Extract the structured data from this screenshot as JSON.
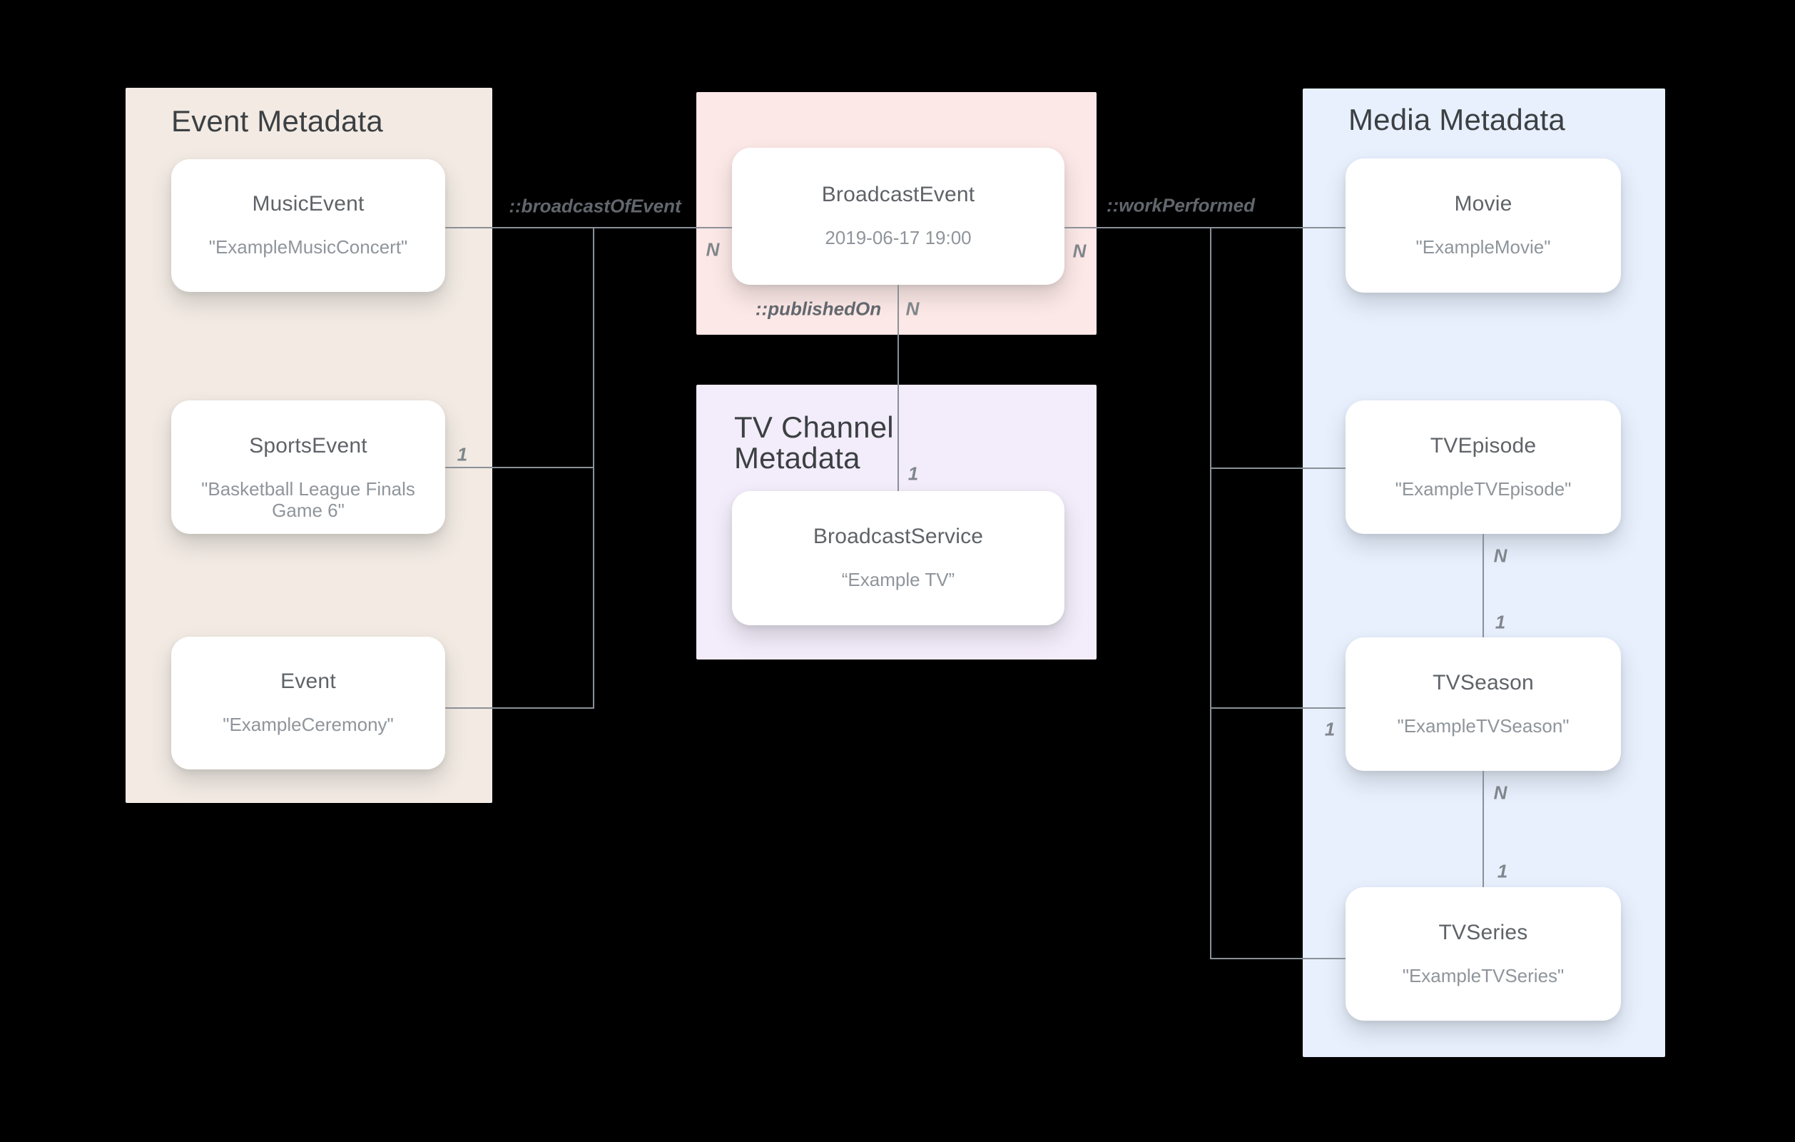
{
  "palette": {
    "background": "#000000",
    "event_section_bg": "#F2EAE3",
    "broadcast_section_bg": "#FCE8E6",
    "tv_channel_section_bg": "#F3ECFA",
    "media_section_bg": "#E8F0FE",
    "card_bg": "#FFFFFF",
    "connector_line": "#8A9097",
    "section_title_text": "#3C4043",
    "card_title_text": "#5F6368",
    "card_value_text": "#8F959B",
    "relation_label_text": "#62676E",
    "cardinality_text": "#80868B"
  },
  "sections": {
    "event": {
      "title": "Event Metadata"
    },
    "tv_channel": {
      "title": "TV Channel Metadata",
      "title_lines": [
        "TV Channel",
        "Metadata"
      ]
    },
    "media": {
      "title": "Media Metadata"
    }
  },
  "cards": {
    "music_event": {
      "title": "MusicEvent",
      "value": "\"ExampleMusicConcert\""
    },
    "sports_event": {
      "title": "SportsEvent",
      "value": "\"Basketball League Finals Game 6\""
    },
    "event": {
      "title": "Event",
      "value": "\"ExampleCeremony\""
    },
    "broadcast_event": {
      "title": "BroadcastEvent",
      "value": "2019-06-17 19:00"
    },
    "broadcast_service": {
      "title": "BroadcastService",
      "value": "“Example TV”"
    },
    "movie": {
      "title": "Movie",
      "value": "\"ExampleMovie\""
    },
    "tv_episode": {
      "title": "TVEpisode",
      "value": "\"ExampleTVEpisode\""
    },
    "tv_season": {
      "title": "TVSeason",
      "value": "\"ExampleTVSeason\""
    },
    "tv_series": {
      "title": "TVSeries",
      "value": "\"ExampleTVSeries\""
    }
  },
  "relations": {
    "broadcast_of_event": "::broadcastOfEvent",
    "work_performed": "::workPerformed",
    "published_on": "::publishedOn"
  },
  "cardinalities": {
    "broadcast_left_n": "N",
    "broadcast_right_n": "N",
    "published_n": "N",
    "published_one": "1",
    "sports_one": "1",
    "tv_episode_n": "N",
    "tv_season_top_one": "1",
    "tv_season_left_one": "1",
    "tv_season_bottom_n": "N",
    "tv_series_top_one": "1"
  }
}
